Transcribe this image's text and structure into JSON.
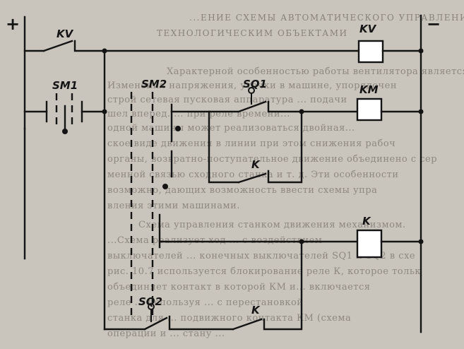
{
  "background_text": {
    "heading_lines": [
      "...ЕНИЕ СХЕМЫ АВТОМАТИЧЕСКОГО УПРАВЛЕНИЯ",
      "ТЕХНОЛОГИЧЕСКИМ ОБЪЕКТАМИ"
    ],
    "body_lines": [
      "Характерной особенностью работы вентилятора является н",
      "Изменения напряжения, утечки в машине, упорядочен",
      "строй сетевая пусковая аппаратура ... подачи",
      "шел вперед. ... при реле времени...",
      "одной машины может реализоваться двойная...",
      "ское виде движения в линии при этом снижения рабоч",
      "органы, возвратно-поступательное движение объединено с сер",
      "менной связью сходного станка и т. д. Эти особенности",
      "возможно, дающих возможность ввести схемы упра",
      "вления этими машинами.",
      "Схема управления станком движения механизмом.",
      "...Схема реализует ход ... с воздействием",
      "выключателей ... конечных выключателей SQ1 и SQ2 в схе",
      "рис. 10.7 используется блокирование реле К, которое тольк",
      "объединяет контакт в которой КМ и... включается",
      "реле ... используя ... с перестановкой",
      "станка для ... подвижного контакта КМ (схема",
      "операции и ... стану ..."
    ]
  },
  "diagram": {
    "polarity": {
      "positive": "+",
      "negative": "−"
    },
    "labels": {
      "kv_contact": "KV",
      "kv_coil": "KV",
      "sm1": "SM1",
      "sm2": "SM2",
      "sq1": "SQ1",
      "km_coil": "KM",
      "k_contact_upper": "K",
      "k_coil": "K",
      "sq2": "SQ2",
      "k_contact_lower": "K"
    }
  }
}
